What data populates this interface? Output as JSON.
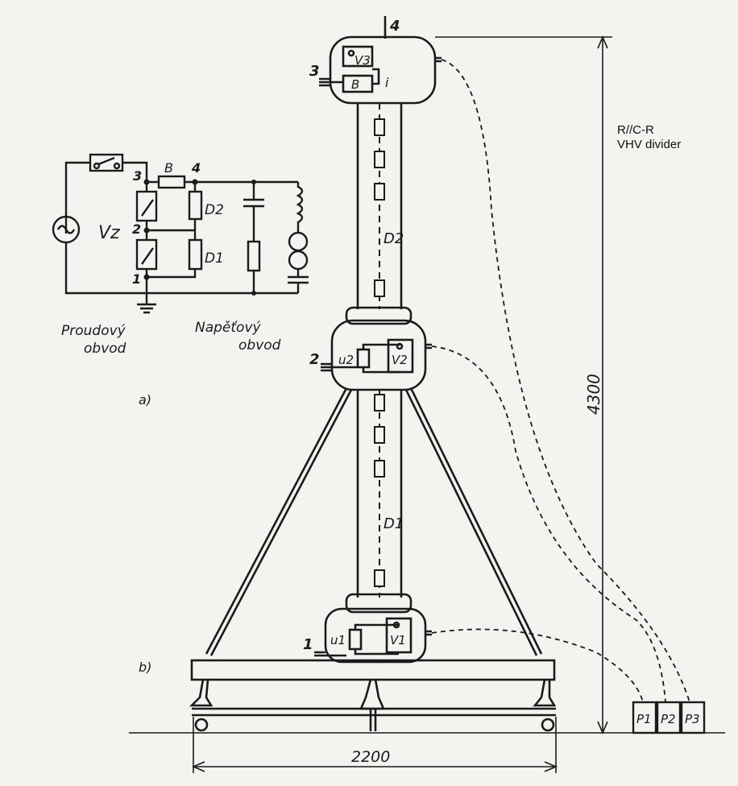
{
  "labels": {
    "terminal_4_top": "4",
    "terminal_3_top": "3",
    "terminal_2": "2",
    "terminal_1": "1",
    "v3": "V3",
    "v2": "V2",
    "v1": "V1",
    "b_top": "B",
    "i": "i",
    "d2_column": "D2",
    "d1_column": "D1",
    "u2": "u2",
    "u1": "u1",
    "caption_line1": "R//C-R",
    "caption_line2": "VHV divider",
    "dim_height": "4300",
    "dim_width": "2200",
    "p1": "P1",
    "p2": "P2",
    "p3": "P3",
    "fig_a": "a)",
    "fig_b": "b)"
  },
  "schematic": {
    "vz": "Vz",
    "b": "B",
    "d2": "D2",
    "d1": "D1",
    "n3": "3",
    "n4": "4",
    "n2": "2",
    "n1": "1",
    "current_circuit_1": "Proudový",
    "current_circuit_2": "obvod",
    "voltage_circuit_1": "Napěťový",
    "voltage_circuit_2": "obvod"
  },
  "colors": {
    "ink": "#1b1b1b",
    "paper": "#f3f3f0"
  }
}
